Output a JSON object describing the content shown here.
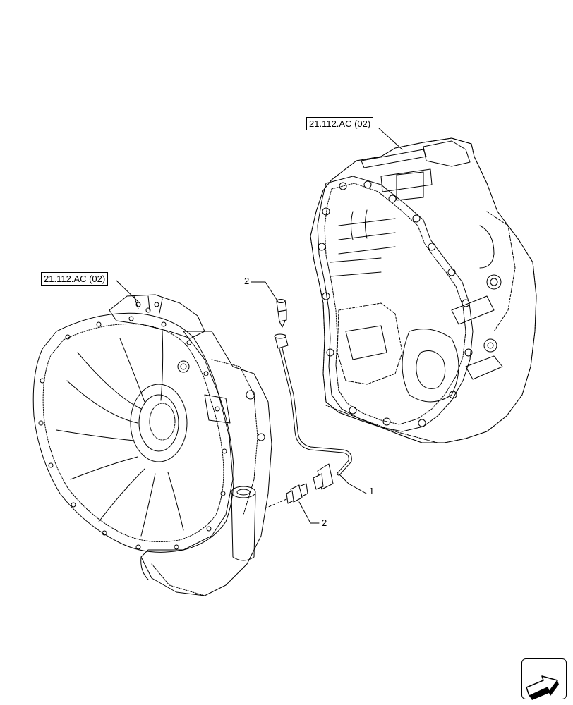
{
  "references": {
    "upper_ref": "21.112.AC (02)",
    "left_ref": "21.112.AC (02)"
  },
  "callouts": {
    "part_1": "1",
    "part_2_upper": "2",
    "part_2_lower": "2"
  },
  "nav": {
    "icon": "next-page-arrow-icon"
  },
  "colors": {
    "line": "#000000",
    "background": "#ffffff"
  }
}
